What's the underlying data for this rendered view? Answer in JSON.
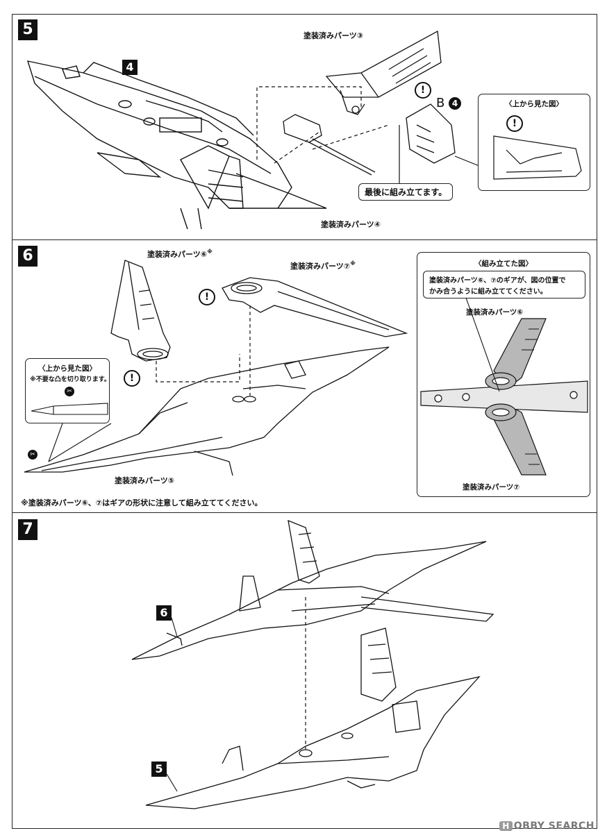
{
  "step5": {
    "number": "5",
    "ref_number": "4",
    "part3_label": "塗装済みパーツ③",
    "part4_label": "塗装済みパーツ④",
    "last_assembly_note": "最後に組み立てます。",
    "b_label": "B",
    "b_ref": "4",
    "top_view_title": "〈上から見た図〉"
  },
  "step6": {
    "number": "6",
    "part6_label": "塗装済みパーツ⑥",
    "part6_mark": "※",
    "part7_label": "塗装済みパーツ⑦",
    "part7_mark": "※",
    "part5_label": "塗装済みパーツ⑤",
    "top_view_title": "〈上から見た図〉",
    "top_view_note": "※不要な凸を切り取ります。",
    "assembled_title": "〈組み立てた図〉",
    "assembled_note_line1": "塗装済みパーツ⑥、⑦のギアが、図の位置で",
    "assembled_note_line2": "かみ合うように組み立ててください。",
    "assembled_part6": "塗装済みパーツ⑥",
    "assembled_part7": "塗装済みパーツ⑦",
    "footnote": "※塗装済みパーツ⑥、⑦はギアの形状に注意して組み立ててください。"
  },
  "step7": {
    "number": "7",
    "ref6": "6",
    "ref5": "5"
  },
  "watermark": {
    "badge": "H",
    "text": "OBBY SEARCH"
  }
}
